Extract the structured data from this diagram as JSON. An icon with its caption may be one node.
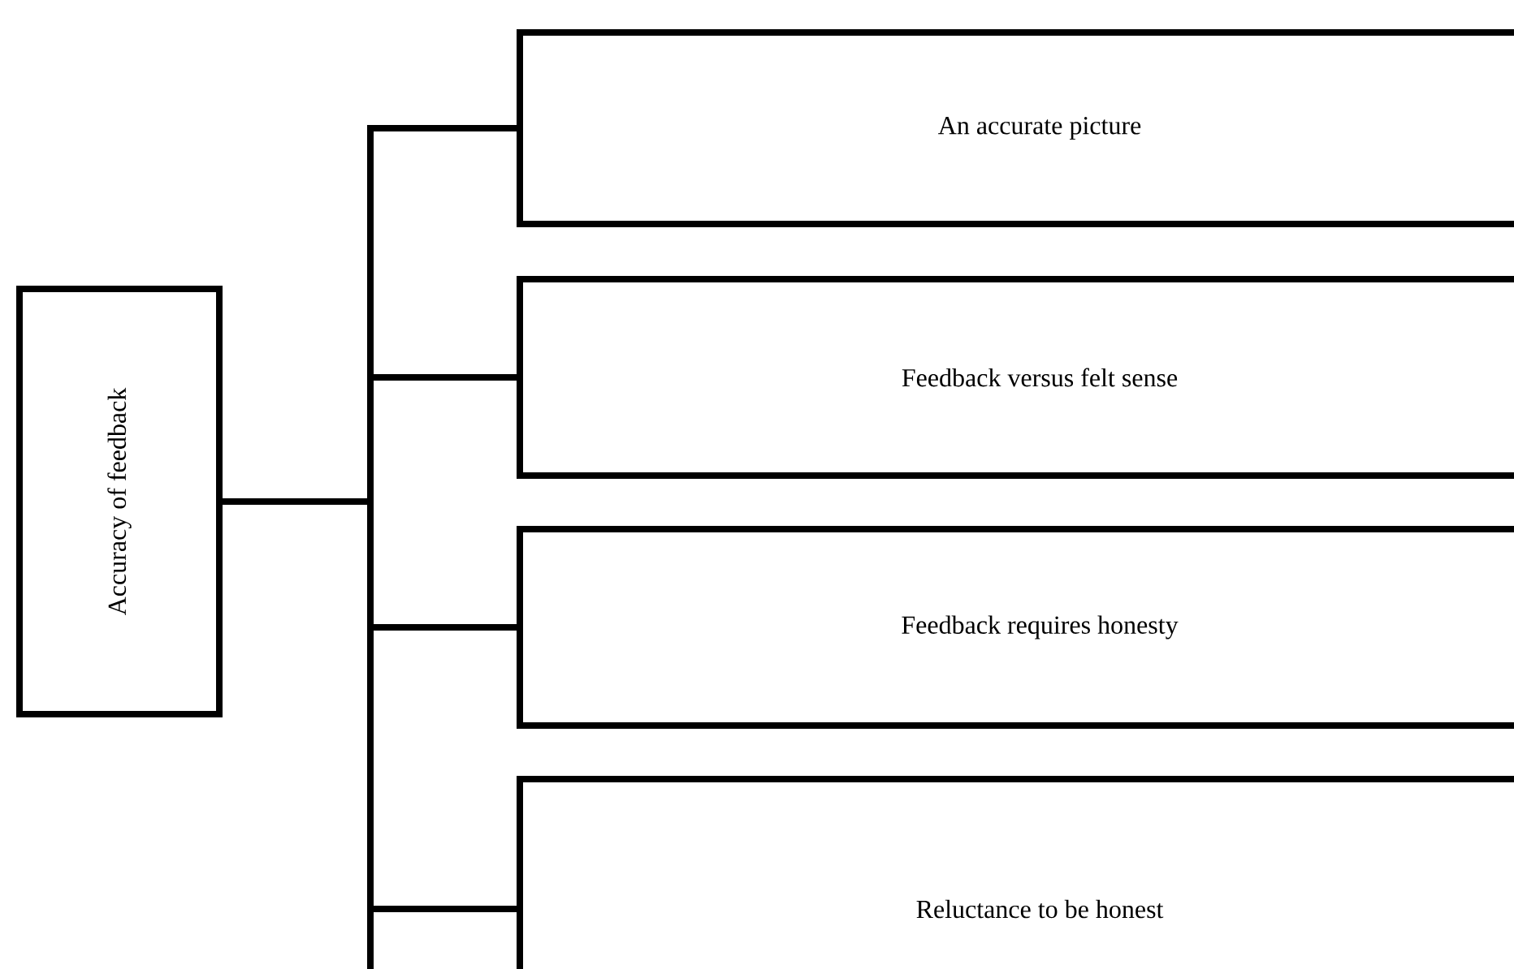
{
  "diagram": {
    "nodes": [
      {
        "text": [
          "Accuracy of feedback"
        ]
      },
      {
        "text": [
          "An accurate picture"
        ]
      },
      {
        "text": [
          "Feedback versus felt sense"
        ]
      },
      {
        "text": [
          "Feedback requires honesty"
        ]
      },
      {
        "text": [
          "Reluctance to be honest"
        ]
      }
    ],
    "edges": [
      {
        "from": 0,
        "to": 1,
        "arrow": "none"
      },
      {
        "from": 0,
        "to": 2,
        "arrow": "none"
      },
      {
        "from": 0,
        "to": 3,
        "arrow": "none"
      },
      {
        "from": 0,
        "to": 4,
        "arrow": "none"
      }
    ]
  }
}
